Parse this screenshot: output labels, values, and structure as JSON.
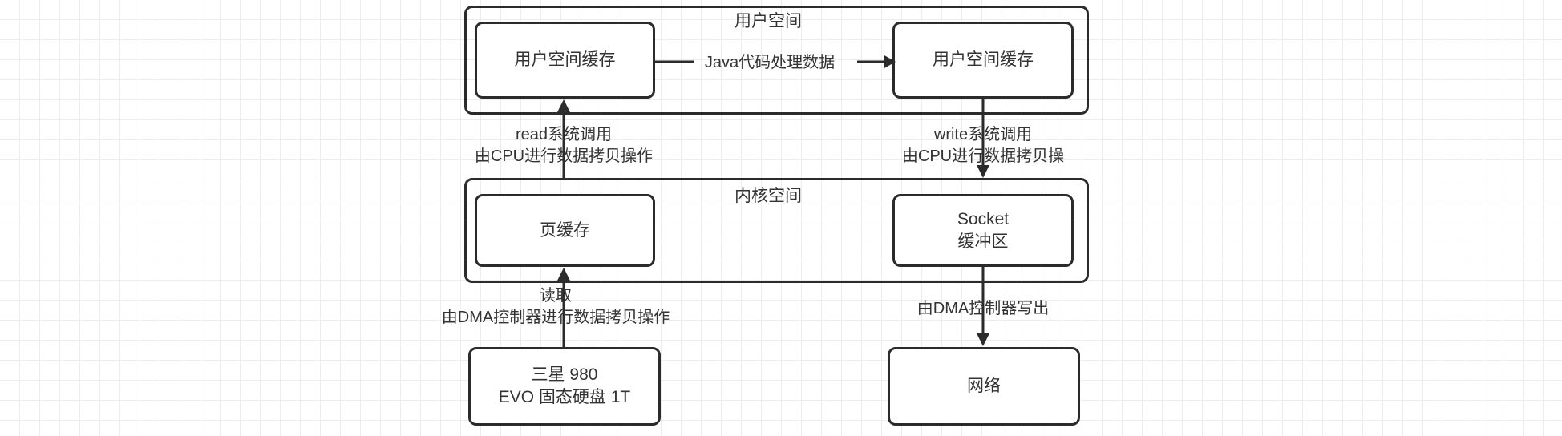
{
  "diagram": {
    "title_note": "Traditional IO copy flow (user space / kernel space)",
    "zones": [
      {
        "id": "user-space",
        "label": "用户空间"
      },
      {
        "id": "kernel-space",
        "label": "内核空间"
      }
    ],
    "nodes": [
      {
        "id": "user-buffer-left",
        "label": "用户空间缓存"
      },
      {
        "id": "user-buffer-right",
        "label": "用户空间缓存"
      },
      {
        "id": "page-cache",
        "label": "页缓存"
      },
      {
        "id": "socket-buffer",
        "label": "Socket\n缓冲区"
      },
      {
        "id": "disk",
        "label": "三星 980\nEVO 固态硬盘 1T"
      },
      {
        "id": "network",
        "label": "网络"
      }
    ],
    "edges": [
      {
        "id": "java-process",
        "label": "Java代码处理数据"
      },
      {
        "id": "read-syscall",
        "label": "read系统调用\n由CPU进行数据拷贝操作"
      },
      {
        "id": "write-syscall",
        "label": "write系统调用\n由CPU进行数据拷贝操"
      },
      {
        "id": "dma-read",
        "label": "读取\n由DMA控制器进行数据拷贝操作"
      },
      {
        "id": "dma-write",
        "label": "由DMA控制器写出"
      }
    ],
    "colors": {
      "stroke": "#2b2b2b",
      "text": "#333333",
      "node_fill": "#ffffff",
      "grid_minor": "#ededed",
      "grid_major": "#e3e3e3"
    }
  }
}
